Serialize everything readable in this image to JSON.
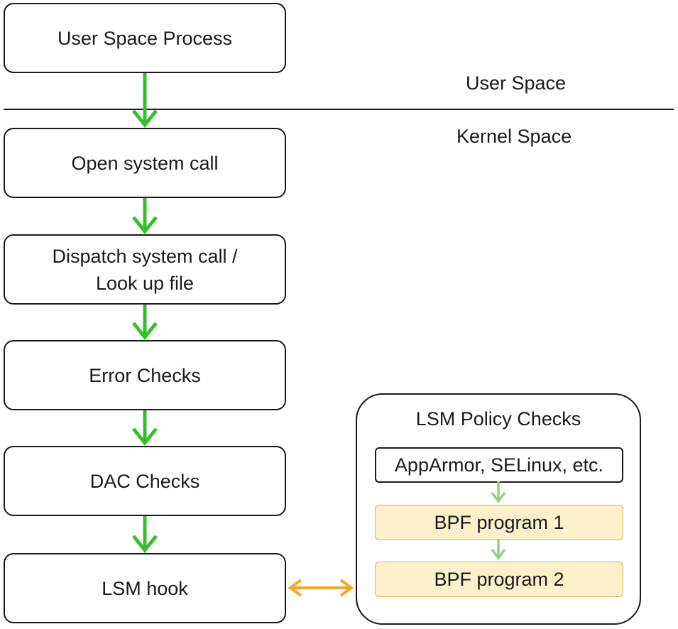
{
  "boxes": {
    "user_process": "User Space Process",
    "open_syscall": "Open system call",
    "dispatch_line1": "Dispatch system call /",
    "dispatch_line2": "Look up file",
    "error_checks": "Error Checks",
    "dac_checks": "DAC Checks",
    "lsm_hook": "LSM hook"
  },
  "regions": {
    "user_space": "User Space",
    "kernel_space": "Kernel Space"
  },
  "lsm_policy": {
    "title": "LSM Policy Checks",
    "modules": "AppArmor, SELinux, etc.",
    "bpf1": "BPF program 1",
    "bpf2": "BPF program 2"
  },
  "colors": {
    "flow_arrow": "#33c12a",
    "inner_arrow": "#8fd27a",
    "bidirectional_arrow": "#f5a623",
    "bpf_fill": "#fdf1cc",
    "bpf_border": "#d8b663"
  }
}
